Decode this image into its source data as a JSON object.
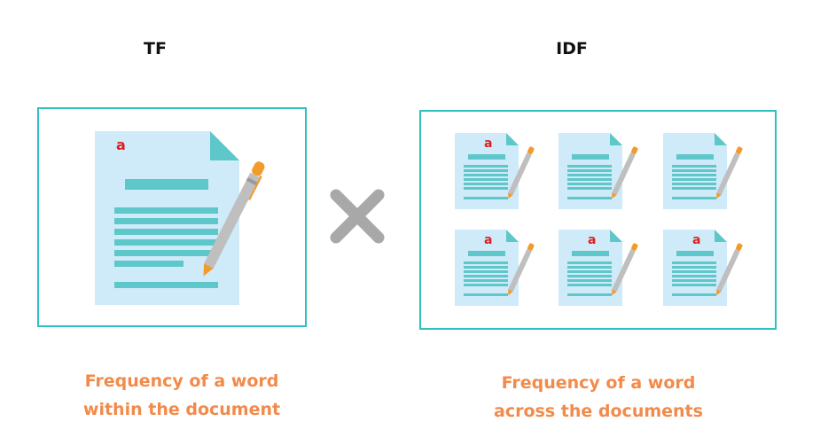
{
  "tf": {
    "heading": "TF",
    "doc_letter": "a",
    "caption_line1": "Frequency of a word",
    "caption_line2": "within the document"
  },
  "idf": {
    "heading": "IDF",
    "doc_letters": [
      "a",
      "",
      "",
      "a",
      "a",
      "a"
    ],
    "caption_line1": "Frequency of a word",
    "caption_line2": "across the documents"
  },
  "operator": {
    "icon": "multiply-icon"
  },
  "colors": {
    "border": "#2fc0c0",
    "paper": "#cfeaf8",
    "lines": "#5ec7c9",
    "letter": "#e02020",
    "caption": "#f28a4a",
    "operator": "#a8a8a8",
    "pencil_body": "#bfbfbf",
    "pencil_accent": "#f39a2c"
  }
}
